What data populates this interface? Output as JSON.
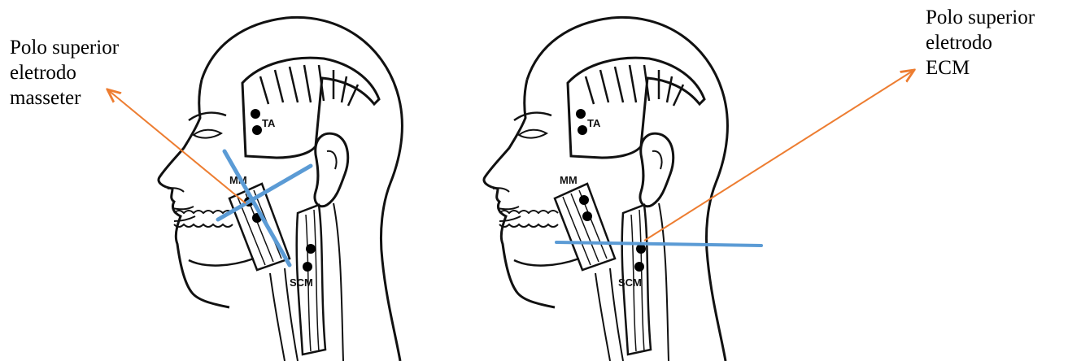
{
  "left_panel": {
    "caption_lines": [
      "Polo superior",
      "eletrodo",
      "masseter"
    ],
    "muscle_labels": {
      "temporal": "TA",
      "masseter": "MM",
      "scm": "SCM"
    }
  },
  "right_panel": {
    "caption_lines": [
      "Polo superior",
      "eletrodo",
      "ECM"
    ],
    "muscle_labels": {
      "temporal": "TA",
      "masseter": "MM",
      "scm": "SCM"
    }
  },
  "colors": {
    "outline": "#111111",
    "electrode": "#000000",
    "reference_line": "#5b9bd5",
    "pointer_arrow": "#ed7d31"
  }
}
